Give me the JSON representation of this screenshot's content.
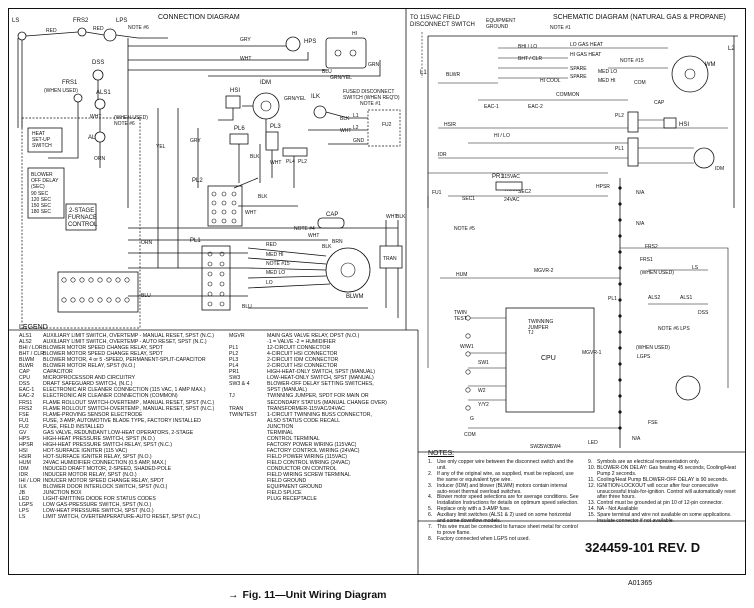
{
  "connection_diagram": {
    "title": "CONNECTION DIAGRAM",
    "labels": {
      "ls": "LS",
      "frs2": "FRS2",
      "red_a": "RED",
      "red_b": "RED",
      "lps": "LPS",
      "note6": "NOTE #6",
      "hps": "HPS",
      "hi": "HI",
      "wht": "WHT",
      "grn": "GRN",
      "gry": "GRY",
      "blu": "BLU",
      "dss": "DSS",
      "frs1": "FRS1",
      "when_used": "(WHEN USED)",
      "als1": "ALS1",
      "als2": "ALS2",
      "note_6b": "NOTE #6",
      "idm": "IDM",
      "hsi": "HSI",
      "ilk": "ILK",
      "grnyel": "GRN/YEL",
      "fused": "FUSED DISCONNECT",
      "switch_when_req": "SWITCH   (WHEN REQ'D)",
      "note1": "NOTE #1",
      "l1": "L1",
      "l2": "L2",
      "gnd": "GND",
      "fu2": "FU2",
      "pl6": "PL6",
      "pl3": "PL3",
      "pl4": "PL4",
      "pl2": "PL2",
      "pl1": "PL1",
      "blk": "BLK",
      "yel": "YEL",
      "orn": "ORN",
      "brn": "BRN",
      "cap": "CAP",
      "tran": "TRAN",
      "blwm": "BLWM",
      "note4": "NOTE #4",
      "red": "RED",
      "lo": "LO",
      "med_hi": "MED HI",
      "med_lo": "MED LO",
      "note15": "NOTE #15",
      "two_stage": "2-STAGE",
      "furnace": "FURNACE",
      "control": "CONTROL",
      "heat_setup": "HEAT",
      "setup": "SET-UP",
      "switch": "SWITCH",
      "blower": "BLOWER",
      "off_delay": "OFF DELAY",
      "sec": "(SEC)",
      "d90": "90 SEC",
      "d120": "120 SEC",
      "d150": "150 SEC",
      "d180": "180 SEC",
      "leds": "LED",
      "on": "ON",
      "off": "OFF"
    }
  },
  "schematic_diagram": {
    "title": "SCHEMATIC DIAGRAM   (NATURAL GAS & PROPANE)",
    "labels": {
      "to_115": "TO 115VAC FIELD",
      "disc_switch": "DISCONNECT SWITCH",
      "equip_ground": "EQUIPMENT",
      "ground": "GROUND",
      "note1": "NOTE #1",
      "l1": "L1",
      "l2": "L2",
      "blwr": "BLWR",
      "hsir": "HSIR",
      "idr": "IDR",
      "bhlo": "BHI / LO",
      "bhtclr": "BHT / CLR",
      "lo_gas_heat": "LO GAS HEAT",
      "hi_gas_heat": "HI GAS HEAT",
      "hi_cool": "HI COOL",
      "spare": "SPARE",
      "med_lo": "MED LO",
      "med_hi": "MED HI",
      "note15": "NOTE #15",
      "com": "COM",
      "cap": "CAP",
      "blwm": "BLWM",
      "eac1": "EAC-1",
      "eac2": "EAC-2",
      "common": "COMMON",
      "pl2": "PL2",
      "pl1": "PL1",
      "hsi": "HSI",
      "hi_lo": "HI / LO",
      "idm": "IDM",
      "pr1": "PR1",
      "fu1": "FU1",
      "sec1": "SEC1",
      "sec2": "SEC2",
      "v115": "115VAC",
      "tran": "TRAN",
      "v24": "24VAC",
      "note5": "NOTE #5",
      "hpsr": "HPSR",
      "na": "N/A",
      "frs2": "FRS2",
      "frs1": "FRS1",
      "when_used": "(WHEN USED)",
      "dss": "DSS",
      "als2": "ALS2",
      "als1": "ALS1",
      "ls": "LS",
      "note6": "NOTE #6 LPS",
      "lgps": "LGPS",
      "hum": "HUM",
      "mgvr2": "MGVR-2",
      "mgvr1": "MGVR-1",
      "twin": "TWIN",
      "test": "TEST",
      "twinning_jumper": "TWINNING",
      "jumper": "JUMPER",
      "tj": "TJ",
      "w1": "W/W1",
      "sw1": "SW1",
      "w2": "W2",
      "yy2": "Y/Y2",
      "g": "G",
      "cpu": "CPU",
      "com_term": "COM",
      "fse": "FSE",
      "hi_term": "HI",
      "lo_term": "LO",
      "sw2": "SW2",
      "sw3": "SW3",
      "sw4": "SW4",
      "led": "LED",
      "pl1b": "PL1",
      "blu": "BLU",
      "blk": "BLK",
      "wht": "WHT",
      "yel": "YEL"
    }
  },
  "legend": {
    "title": "LEGEND",
    "left_col": [
      {
        "abbr": "ALS1",
        "desc": "AUXILIARY LIMIT SWITCH, OVERTEMP - MANUAL RESET, SPST (N.C.)"
      },
      {
        "abbr": "ALS2",
        "desc": "AUXILIARY LIMIT SWITCH, OVERTEMP - AUTO RESET, SPST (N.C.)"
      },
      {
        "abbr": "BHI / LOR",
        "desc": "BLOWER MOTOR SPEED CHANGE RELAY, SPDT"
      },
      {
        "abbr": "BHT / CLR",
        "desc": "BLOWER MOTOR SPEED CHANGE RELAY, SPDT"
      },
      {
        "abbr": "BLWM",
        "desc": "BLOWER MOTOR, 4 or 5 -SPEED, PERMANENT-SPLIT-CAPACITOR"
      },
      {
        "abbr": "BLWR",
        "desc": "BLOWER MOTOR RELAY, SPST (N.O.)"
      },
      {
        "abbr": "CAP",
        "desc": "CAPACITOR"
      },
      {
        "abbr": "CPU",
        "desc": "MICROPROCESSOR AND CIRCUITRY"
      },
      {
        "abbr": "DSS",
        "desc": "DRAFT SAFEGUARD SWITCH, (N.C.)"
      },
      {
        "abbr": "EAC-1",
        "desc": "ELECTRONIC AIR CLEANER CONNECTION (115 VAC, 1 AMP MAX.)"
      },
      {
        "abbr": "EAC-2",
        "desc": "ELECTRONIC AIR CLEANER CONNECTION (COMMON)"
      },
      {
        "abbr": "FRS1",
        "desc": "FLAME ROLLOUT SWITCH-OVERTEMP , MANUAL RESET, SPST (N.C.)"
      },
      {
        "abbr": "FRS2",
        "desc": "FLAME ROLLOUT SWITCH-OVERTEMP , MANUAL RESET, SPST (N.C.)"
      },
      {
        "abbr": "FSE",
        "desc": "FLAME-PROVING SENSOR ELECTRODE"
      },
      {
        "abbr": "FU1",
        "desc": "FUSE, 3 AMP, AUTOMOTIVE BLADE TYPE, FACTORY INSTALLED"
      },
      {
        "abbr": "FU2",
        "desc": "FUSE, FIELD INSTALLED"
      },
      {
        "abbr": "GV",
        "desc": "GAS VALVE, REDUNDANT LOW-HEAT OPERATORS, 2-STAGE"
      },
      {
        "abbr": "HPS",
        "desc": "HIGH-HEAT PRESSURE SWITCH, SPST (N.O.)"
      },
      {
        "abbr": "HPSR",
        "desc": "HIGH-HEAT PRESSURE SWITCH RELAY, SPST (N.C.)"
      },
      {
        "abbr": "HSI",
        "desc": "HOT-SURFACE IGNITER (115 VAC)"
      },
      {
        "abbr": "HSIR",
        "desc": "HOT-SURFACE IGNITER RELAY, SPST (N.O.)"
      },
      {
        "abbr": "HUM",
        "desc": "24VAC HUMIDIFIER CONNECTION (0.5 AMP, MAX.)"
      },
      {
        "abbr": "IDM",
        "desc": "INDUCED DRAFT MOTOR, 2-SPEED, SHADED-POLE"
      },
      {
        "abbr": "IDR",
        "desc": "INDUCER MOTOR RELAY, SPST (N.O.)"
      },
      {
        "abbr": "IHI / LOR",
        "desc": "INDUCER MOTOR SPEED CHANGE RELAY, SPDT"
      },
      {
        "abbr": "ILK",
        "desc": "BLOWER DOOR INTERLOCK SWITCH, SPST (N.O.)"
      },
      {
        "abbr": "JB",
        "desc": "JUNCTION BOX"
      },
      {
        "abbr": "LED",
        "desc": "LIGHT-EMITTING DIODE FOR STATUS CODES"
      },
      {
        "abbr": "LGPS",
        "desc": "LOW GAS-PRESSURE SWITCH, SPST (N.O.)"
      },
      {
        "abbr": "LPS",
        "desc": "LOW-HEAT PRESSURE SWITCH, SPST (N.O.)"
      },
      {
        "abbr": "LS",
        "desc": "LIMIT SWITCH, OVERTEMPERATURE-AUTO RESET, SPST (N.C.)"
      }
    ],
    "right_col": [
      {
        "abbr": "MGVR",
        "desc": "MAIN GAS VALVE RELAY, DPST (N.O.)"
      },
      {
        "abbr": "",
        "desc": "-1 = VALVE            -2 = HUMIDIFIER"
      },
      {
        "abbr": "PL1",
        "desc": "12-CIRCUIT CONNECTOR"
      },
      {
        "abbr": "PL2",
        "desc": "4-CIRCUIT HSI CONNECTOR"
      },
      {
        "abbr": "PL3",
        "desc": "2-CIRCUIT IDM CONNECTOR"
      },
      {
        "abbr": "PL4",
        "desc": "2-CIRCUIT HSI CONNECTOR"
      },
      {
        "abbr": "PR1",
        "desc": "HIGH-HEAT-ONLY SWITCH, SPST (MANUAL)"
      },
      {
        "abbr": "SW3",
        "desc": "LOW-HEAT-ONLY SWITCH, SPST (MANUAL)"
      },
      {
        "abbr": "SW3 & 4",
        "desc": "BLOWER-OFF DELAY SETTING SWITCHES,"
      },
      {
        "abbr": "",
        "desc": "SPST (MANUAL)"
      },
      {
        "abbr": "TJ",
        "desc": "TWINNING JUMPER, SPDT FOR MAIN OR"
      },
      {
        "abbr": "",
        "desc": "SECONDARY STATUS (MANUAL CHANGE OVER)"
      },
      {
        "abbr": "TRAN",
        "desc": "TRANSFORMER-115VAC/24VAC"
      },
      {
        "abbr": "TWIN/TEST",
        "desc": "1-CIRCUIT TWINNING BUSS CONNECTOR,"
      },
      {
        "abbr": "",
        "desc": "ALSO STATUS CODE RECALL"
      },
      {
        "abbr": "",
        "desc": "JUNCTION"
      },
      {
        "abbr": "",
        "desc": "TERMINAL"
      },
      {
        "abbr": "",
        "desc": "CONTROL TERMINAL"
      },
      {
        "abbr": "",
        "desc": "FACTORY POWER WIRING (115VAC)"
      },
      {
        "abbr": "",
        "desc": "FACTORY CONTROL WIRING (24VAC)"
      },
      {
        "abbr": "",
        "desc": "FIELD POWER WIRING (115VAC)"
      },
      {
        "abbr": "",
        "desc": "FIELD CONTROL WIRING (24VAC)"
      },
      {
        "abbr": "",
        "desc": "CONDUCTOR ON CONTROL"
      },
      {
        "abbr": "",
        "desc": "FIELD WIRING SCREW TERMINAL"
      },
      {
        "abbr": "",
        "desc": "FIELD GROUND"
      },
      {
        "abbr": "",
        "desc": "EQUIPMENT GROUND"
      },
      {
        "abbr": "",
        "desc": "FIELD SPLICE"
      },
      {
        "abbr": "",
        "desc": "PLUG RECEPTACLE"
      }
    ]
  },
  "notes": {
    "title": "NOTES:",
    "left_col": [
      {
        "n": "1.",
        "t": "Use only copper wire between the disconnect switch and the unit."
      },
      {
        "n": "2.",
        "t": "If any of the original wire, as supplied, must be replaced, use the same or equivalent type wire."
      },
      {
        "n": "3.",
        "t": "Inducer (IDM) and blower (BLWM) motors contain internal auto-reset thermal overload switches."
      },
      {
        "n": "4.",
        "t": "Blower motor speed selections are for average conditions. See Installation Instructions for details on optimum speed selection."
      },
      {
        "n": "5.",
        "t": "Replace only with a 3-AMP fuse."
      },
      {
        "n": "6.",
        "t": "Auxiliary limit switches (ALS1 & 2) used on some horizontal and some downflow models."
      },
      {
        "n": "7.",
        "t": "This wire must be connected to furnace sheet metal for control to prove flame."
      },
      {
        "n": "8.",
        "t": "Factory connected when LGPS not used."
      }
    ],
    "right_col": [
      {
        "n": "9.",
        "t": "Symbols are an electrical representation only."
      },
      {
        "n": "10.",
        "t": "BLOWER-ON DELAY: Gas heating 45 seconds, Cooling/Heat Pump 2 seconds."
      },
      {
        "n": "11.",
        "t": "Cooling/Heat Pump BLOWER-OFF DELAY is 90 seconds."
      },
      {
        "n": "12.",
        "t": "IGNITION-LOCKOUT will occur after four consecutive unsuccessful trials-for-ignition. Control will automatically reset after three hours."
      },
      {
        "n": "13.",
        "t": "Control must be grounded at pin 10 of 12-pin connector."
      },
      {
        "n": "14.",
        "t": "NA - Not Available"
      },
      {
        "n": "15.",
        "t": "Spare terminal and wire not available on some applications. Insulate connector if not available."
      }
    ]
  },
  "document_number": "324459-101 REV. D",
  "figure_id": "A01365",
  "caption": {
    "arrow": "→",
    "text": "Fig. 11—Unit Wiring Diagram"
  }
}
